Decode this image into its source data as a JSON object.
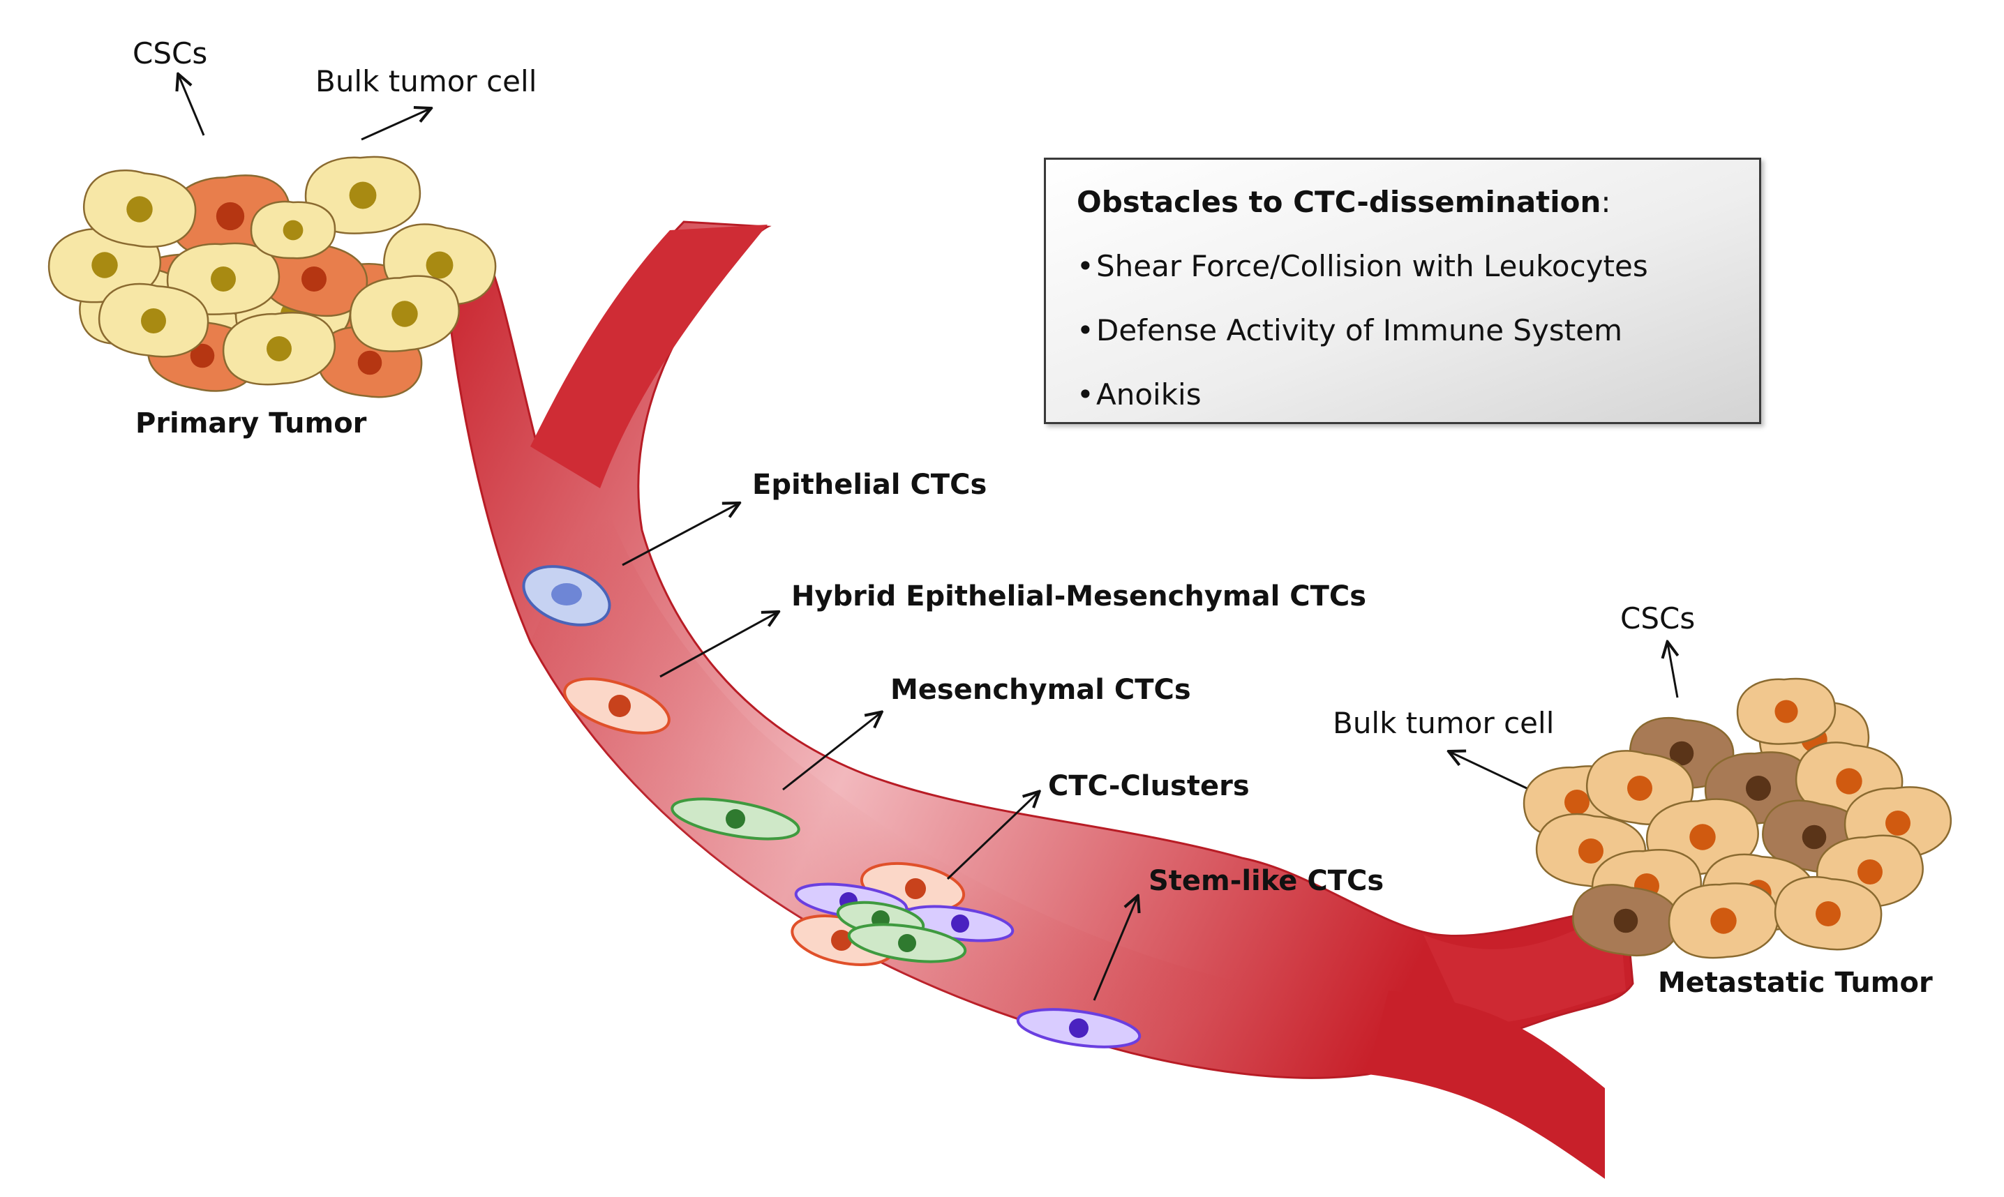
{
  "primary_tumor": {
    "title": "Primary Tumor",
    "csc_label": "CSCs",
    "bulk_label": "Bulk tumor cell"
  },
  "metastatic_tumor": {
    "title": "Metastatic Tumor",
    "csc_label": "CSCs",
    "bulk_label": "Bulk tumor cell"
  },
  "obstacles": {
    "title": "Obstacles to CTC-dissemination",
    "title_suffix": ":",
    "items": [
      "Shear Force/Collision with Leukocytes",
      "Defense Activity of Immune System",
      "Anoikis"
    ]
  },
  "ctc_types": [
    {
      "label": "Epithelial CTCs",
      "color": "#5b76c8"
    },
    {
      "label": "Hybrid Epithelial-Mesenchymal CTCs",
      "color": "#e0502a"
    },
    {
      "label": "Mesenchymal CTCs",
      "color": "#3f9a3f"
    },
    {
      "label": "CTC-Clusters",
      "color": "#e0502a"
    },
    {
      "label": "Stem-like CTCs",
      "color": "#6a3fe0"
    }
  ],
  "colors": {
    "vessel_dark": "#c8202a",
    "vessel_light": "#f4c0c4",
    "bulk_cell_fill": "#f7e7a6",
    "bulk_cell_nucleus": "#a88a12",
    "csc_fill": "#e87e4c",
    "csc_nucleus": "#b53612",
    "met_bulk_fill": "#f1c78e",
    "met_bulk_nucleus": "#d05a10",
    "met_csc_fill": "#a87a55",
    "met_csc_nucleus": "#5a3418"
  }
}
